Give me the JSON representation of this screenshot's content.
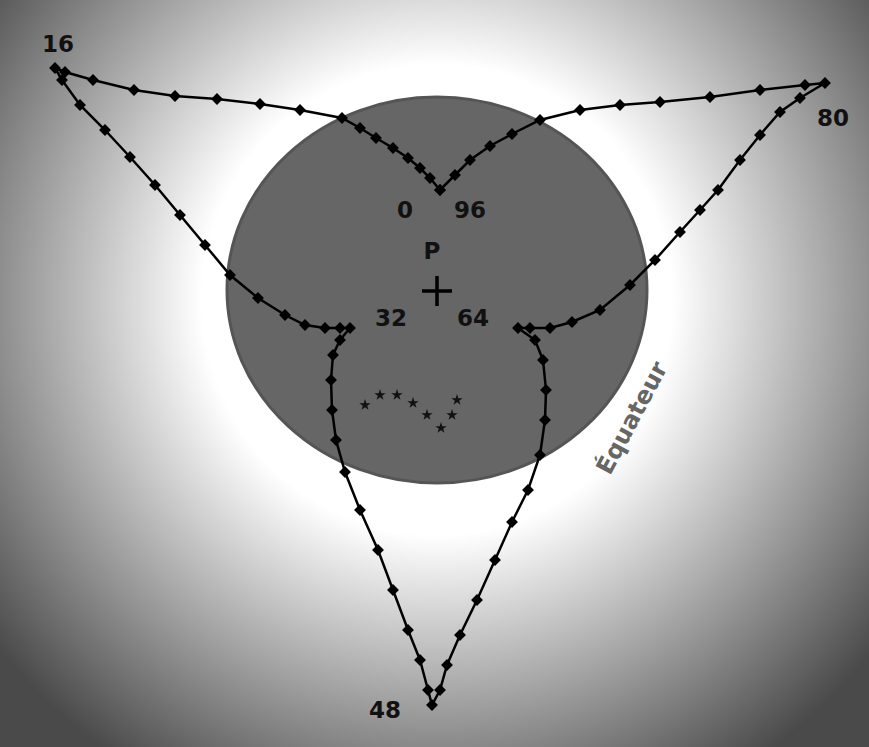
{
  "diagram": {
    "labels": [
      "16",
      "80",
      "0",
      "96",
      "P",
      "32",
      "64",
      "Équateur",
      "48"
    ]
  }
}
